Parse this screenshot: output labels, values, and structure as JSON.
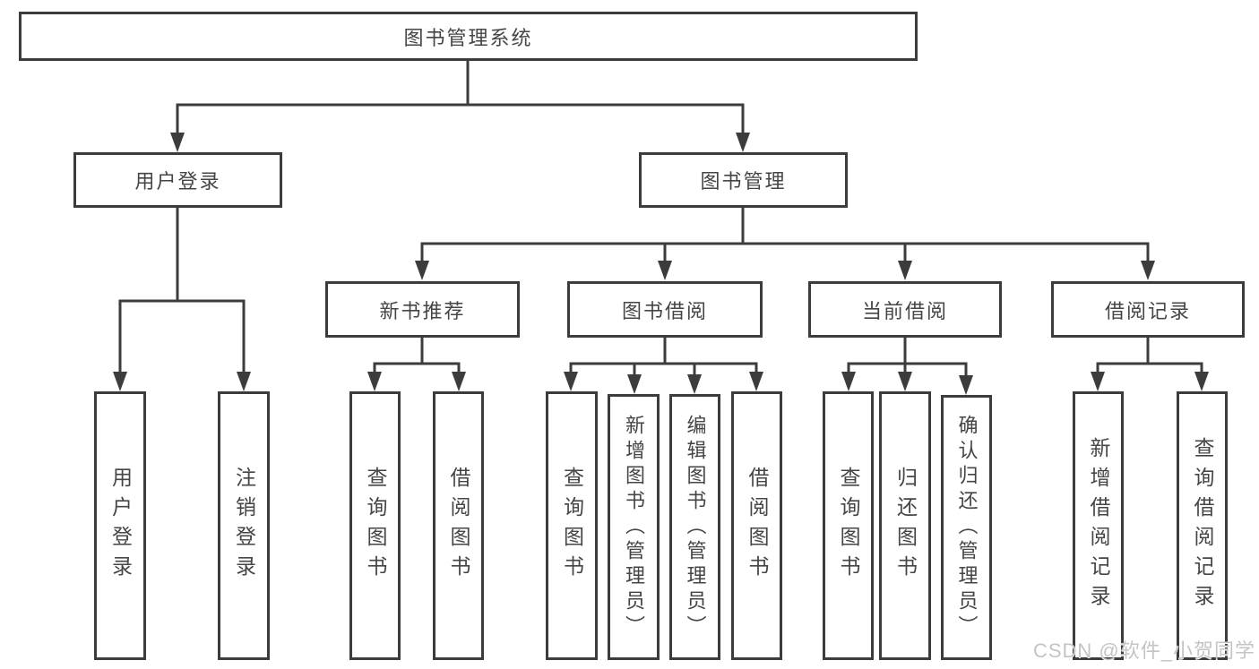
{
  "tree": {
    "root": "图书管理系统",
    "level2": {
      "user_login": "用户登录",
      "book_management": "图书管理"
    },
    "user_login_children": {
      "login": "用户登录",
      "logout": "注销登录"
    },
    "level3": {
      "new_books": "新书推荐",
      "borrowing": "图书借阅",
      "current": "当前借阅",
      "records": "借阅记录"
    },
    "new_books_children": {
      "query_books": "查询图书",
      "borrow_books": "借阅图书"
    },
    "borrowing_children": {
      "query_books": "查询图书",
      "add_books": "新增图书（管理员）",
      "edit_books": "编辑图书（管理员）",
      "borrow_books": "借阅图书"
    },
    "current_children": {
      "query_books": "查询图书",
      "return_books": "归还图书",
      "confirm_return": "确认归还（管理员）"
    },
    "records_children": {
      "add_record": "新增借阅记录",
      "query_record": "查询借阅记录"
    }
  },
  "colors": {
    "line": "#3c3c3c",
    "text": "#454545",
    "background": "#ffffff",
    "watermark": "#c4c4c4"
  },
  "watermark": {
    "text": "CSDN @软件_小贺同学"
  }
}
